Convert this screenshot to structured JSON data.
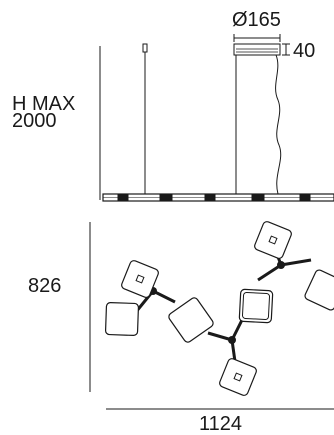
{
  "dimensions": {
    "canopy_diameter": "Ø165",
    "canopy_height": "40",
    "height_label": "H MAX",
    "height_value": "2000",
    "depth": "826",
    "width": "1124"
  },
  "colors": {
    "line": "#1a1a1a",
    "background": "#ffffff"
  }
}
